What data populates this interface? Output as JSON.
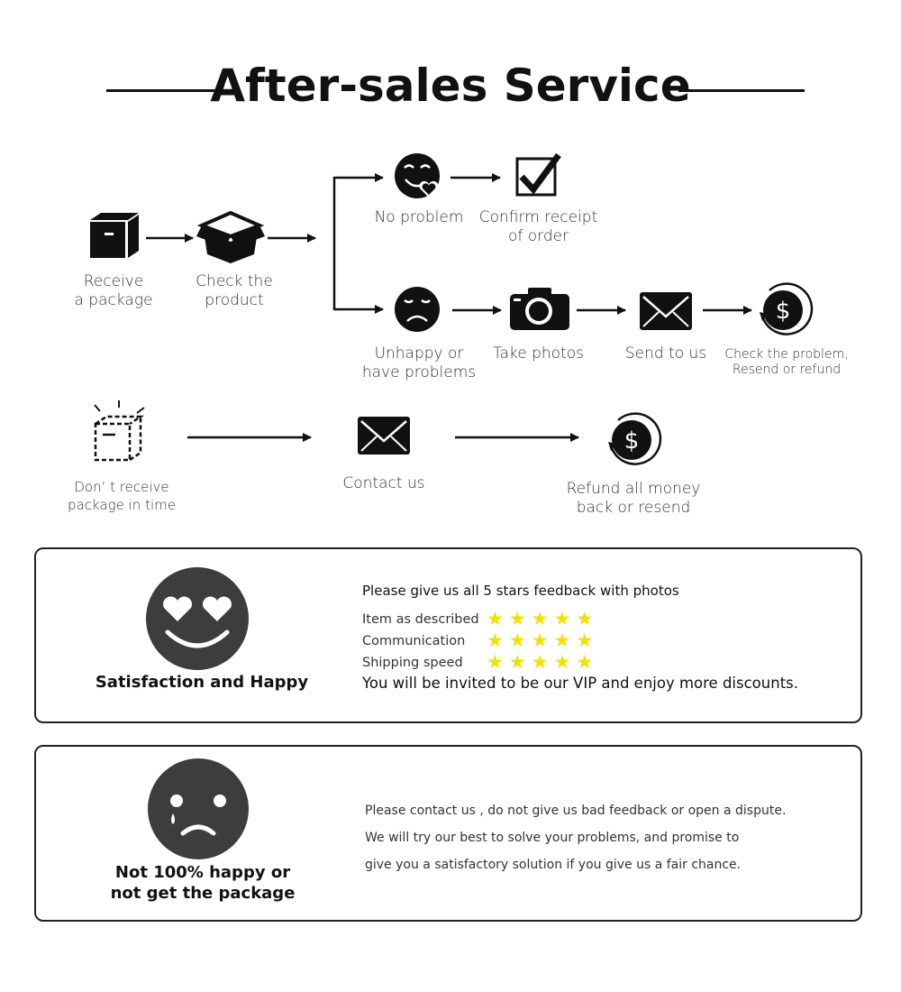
{
  "header": {
    "title": "After-sales Service"
  },
  "flow": {
    "receive_label": [
      "Receive",
      "a package"
    ],
    "check_label": [
      "Check the",
      "product"
    ],
    "no_problem_label": "No problem",
    "confirm_label": [
      "Confirm receipt",
      "of order"
    ],
    "unhappy_label": [
      "Unhappy or",
      "have problems"
    ],
    "photos_label": "Take photos",
    "send_label": "Send to us",
    "resolve_label": [
      "Check the problem,",
      "Resend or refund"
    ],
    "not_received_label": [
      "Don’ t receive",
      "package in time"
    ],
    "contact_label": "Contact us",
    "refund_label": [
      "Refund all money",
      "back or resend"
    ]
  },
  "happy_card": {
    "title": "Satisfaction and Happy",
    "heading": "Please give us all 5 stars feedback with photos",
    "ratings": [
      {
        "label": "Item as described",
        "stars": 5
      },
      {
        "label": "Communication",
        "stars": 5
      },
      {
        "label": "Shipping speed",
        "stars": 5
      }
    ],
    "vip_text": "You will be invited to be our VIP and enjoy more discounts."
  },
  "unhappy_card": {
    "title": [
      "Not 100% happy or",
      "not get the package"
    ],
    "lines": [
      "Please contact us , do not give us bad feedback or open a dispute.",
      "We will try our best to solve your problems, and promise to",
      "give you a satisfactory solution if you give us a fair chance."
    ]
  },
  "colors": {
    "ink": "#111111",
    "star": "#f4e000",
    "face": "#3d3d3d"
  }
}
